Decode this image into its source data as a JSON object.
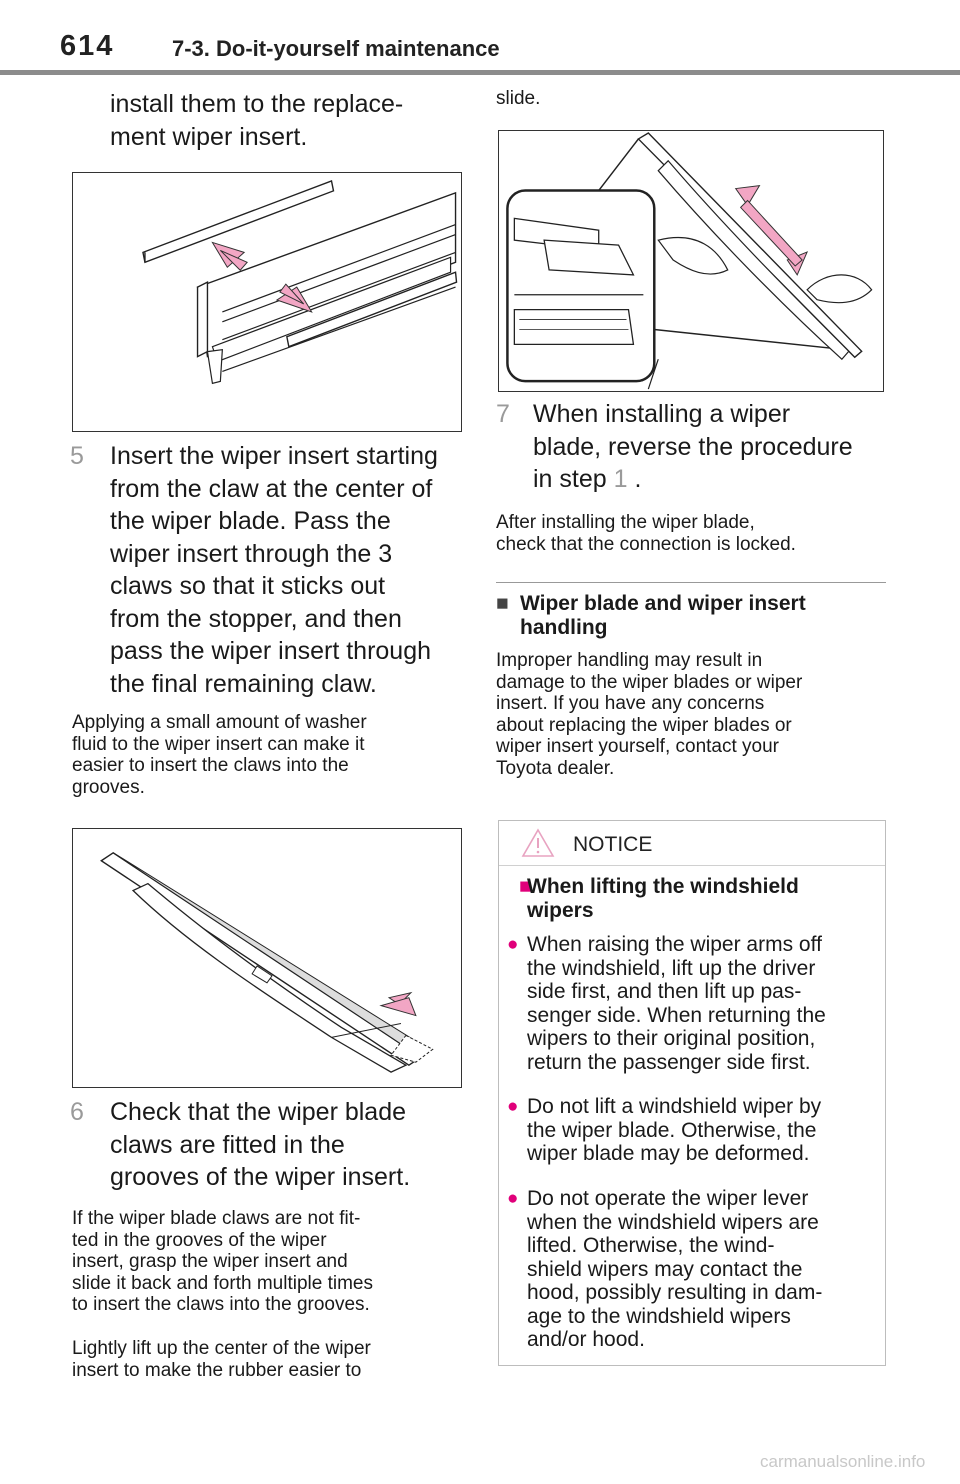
{
  "header": {
    "page_number": "614",
    "section_title": "7-3. Do-it-yourself maintenance"
  },
  "left_column": {
    "continued_text": [
      "install them to the replace-",
      "ment wiper insert."
    ],
    "step5": {
      "number": "5",
      "lines": [
        "Insert the wiper insert starting",
        "from the claw at the center of",
        "the wiper blade. Pass the",
        "wiper insert through the 3",
        "claws so that it sticks out",
        "from the stopper, and then",
        "pass the wiper insert through",
        "the final remaining claw."
      ]
    },
    "note1": [
      "Applying a small amount of washer",
      "fluid to the wiper insert can make it",
      "easier to insert the claws into the",
      "grooves."
    ],
    "step6": {
      "number": "6",
      "lines": [
        "Check that the wiper blade",
        "claws are fitted in the",
        "grooves of the wiper insert."
      ]
    },
    "note2": [
      "If the wiper blade claws are not fit-",
      "ted in the grooves of the wiper",
      "insert, grasp the wiper insert and",
      "slide it back and forth multiple times",
      "to insert the claws into the grooves."
    ],
    "note3": [
      "Lightly lift up the center of the wiper",
      "insert to make the rubber easier to"
    ]
  },
  "right_column": {
    "note3_cont": "slide.",
    "step7": {
      "number": "7",
      "lines": [
        "When installing a wiper",
        "blade, reverse the procedure"
      ],
      "last_prefix": "in step ",
      "last_ref": "1",
      "last_suffix": " ."
    },
    "note4": [
      "After installing the wiper blade,",
      "check that the connection is locked."
    ],
    "handling": {
      "bullet": "■",
      "heading": [
        "Wiper blade and wiper insert",
        "handling"
      ],
      "body": [
        "Improper handling may result in",
        "damage to the wiper blades or wiper",
        "insert. If you have any concerns",
        "about replacing the wiper blades or",
        "wiper insert yourself, contact your",
        "Toyota dealer."
      ]
    }
  },
  "notice": {
    "label": "NOTICE",
    "bullet_square": "■",
    "bullet_dot": "●",
    "heading": [
      "When lifting the windshield",
      "wipers"
    ],
    "items": [
      [
        "When raising the wiper arms off",
        "the windshield, lift up the driver",
        "side first, and then lift up pas-",
        "senger side. When returning the",
        "wipers to their original position,",
        "return the passenger side first."
      ],
      [
        "Do not lift a windshield wiper by",
        "the wiper blade. Otherwise, the",
        "wiper blade may be deformed."
      ],
      [
        "Do not operate the wiper lever",
        "when the windshield wipers are",
        "lifted. Otherwise, the wind-",
        "shield wipers may contact the",
        "hood, possibly resulting in dam-",
        "age to the windshield wipers",
        "and/or hood."
      ]
    ]
  },
  "watermark": "carmanualsonline.info",
  "colors": {
    "arrow_pink": "#f2a6c4",
    "step_gray": "#9a9a9a",
    "notice_accent": "#e0007a"
  }
}
